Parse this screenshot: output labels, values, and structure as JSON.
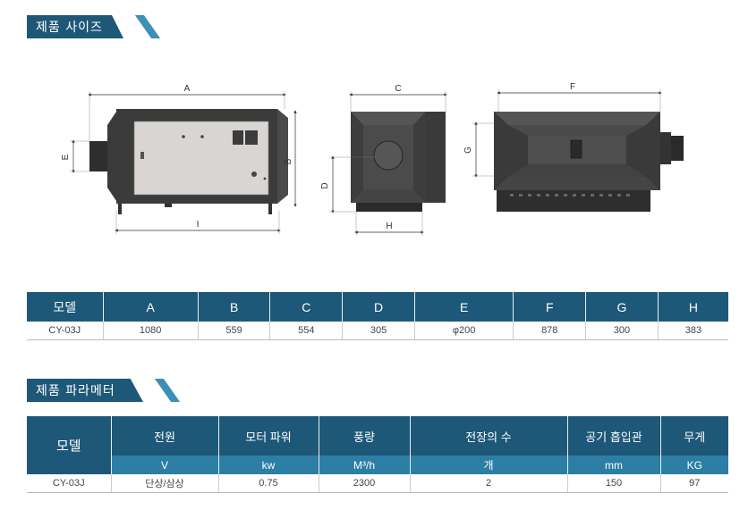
{
  "sections": {
    "size_title": "제품 사이즈",
    "params_title": "제품 파라메터"
  },
  "drawing_labels": {
    "A": "A",
    "B": "B",
    "C": "C",
    "D": "D",
    "E": "E",
    "F": "F",
    "G": "G",
    "H": "H",
    "I": "I"
  },
  "dimensions_table": {
    "headers": [
      "모델",
      "A",
      "B",
      "C",
      "D",
      "E",
      "F",
      "G",
      "H"
    ],
    "row": [
      "CY-03J",
      "1080",
      "559",
      "554",
      "305",
      "φ200",
      "878",
      "300",
      "383"
    ]
  },
  "params_table": {
    "model_header": "모델",
    "headers": [
      "전원",
      "모터 파워",
      "풍량",
      "전장의 수",
      "공기 흡입관",
      "무게"
    ],
    "units": [
      "V",
      "kw",
      "M³/h",
      "개",
      "mm",
      "KG"
    ],
    "row": [
      "CY-03J",
      "단상/삼상",
      "0.75",
      "2300",
      "2",
      "150",
      "97"
    ]
  },
  "colors": {
    "header_dark": "#1e5878",
    "header_light": "#2c7ea5",
    "accent": "#3c8fb5"
  }
}
